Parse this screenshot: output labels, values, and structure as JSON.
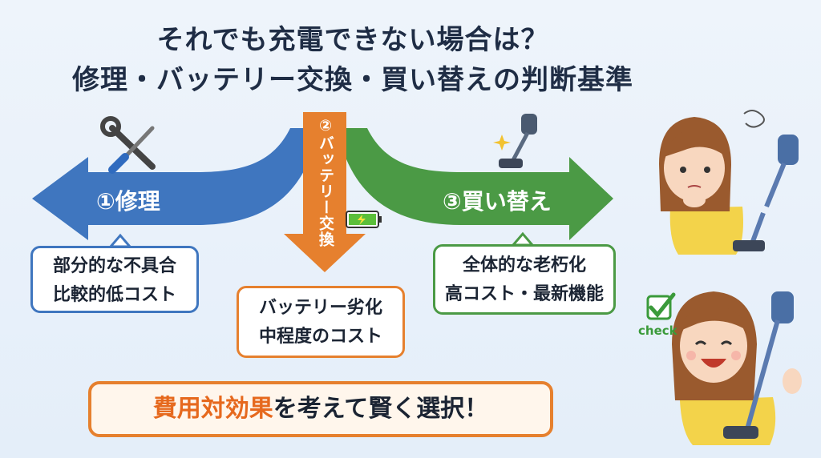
{
  "title": {
    "line1": "それでも充電できない場合は？",
    "line2": "修理・バッテリー交換・買い替えの判断基準"
  },
  "options": {
    "repair": {
      "label": "①修理",
      "desc_line1": "部分的な不具合",
      "desc_line2": "比較的低コスト",
      "color": "#3f76bf"
    },
    "battery": {
      "label": "②バッテリー交換",
      "desc_line1": "バッテリー劣化",
      "desc_line2": "中程度のコスト",
      "color": "#e6802e"
    },
    "replace": {
      "label": "③買い替え",
      "desc_line1": "全体的な老朽化",
      "desc_line2": "高コスト・最新機能",
      "color": "#4b9a45"
    }
  },
  "footer": {
    "highlight": "費用対効果",
    "rest": "を考えて賢く選択！"
  },
  "check_label": "check",
  "icons": [
    "wrench-screwdriver-icon",
    "battery-icon",
    "stick-vacuum-icon",
    "sparkle-icon",
    "checkbox-icon"
  ]
}
